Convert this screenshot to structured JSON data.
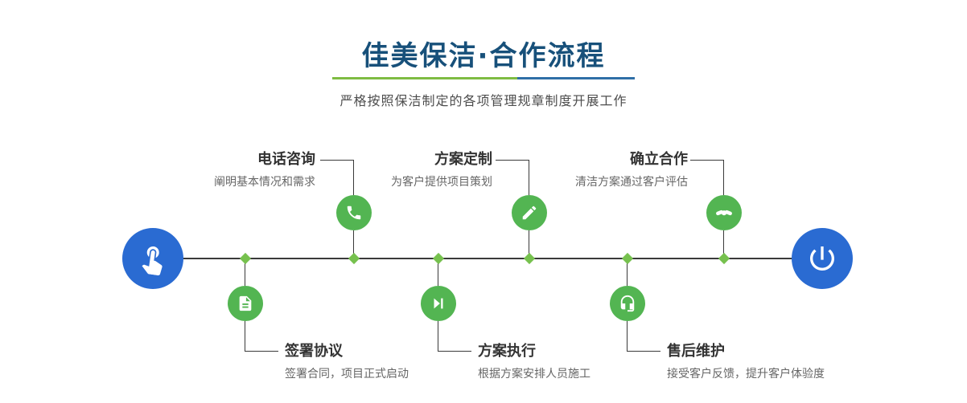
{
  "header": {
    "title": "佳美保洁·合作流程",
    "subtitle": "严格按照保洁制定的各项管理规章制度开展工作"
  },
  "steps": [
    {
      "title": "电话咨询",
      "desc": "阐明基本情况和需求"
    },
    {
      "title": "签署协议",
      "desc": "签署合同，项目正式启动"
    },
    {
      "title": "方案定制",
      "desc": "为客户提供项目策划"
    },
    {
      "title": "方案执行",
      "desc": "根据方案安排人员施工"
    },
    {
      "title": "确立合作",
      "desc": "清洁方案通过客户评估"
    },
    {
      "title": "售后维护",
      "desc": "接受客户反馈，提升客户体验度"
    }
  ],
  "icons": {
    "start": "pointer-hand-icon",
    "end": "power-icon",
    "step1": "phone-icon",
    "step2": "document-sign-icon",
    "step3": "pencil-design-icon",
    "step4": "play-execute-icon",
    "step5": "handshake-icon",
    "step6": "headset-support-icon"
  },
  "colors": {
    "title_color": "#17507a",
    "accent_green": "#7fbc42",
    "accent_blue": "#2f6fa7",
    "node_blue": "#2a6bd2",
    "node_green": "#53b552",
    "diamond_green": "#76c14e",
    "line_color": "#3a3a3a",
    "subtitle_color": "#4d4d4d",
    "step_title_color": "#333333",
    "step_desc_color": "#666666"
  }
}
